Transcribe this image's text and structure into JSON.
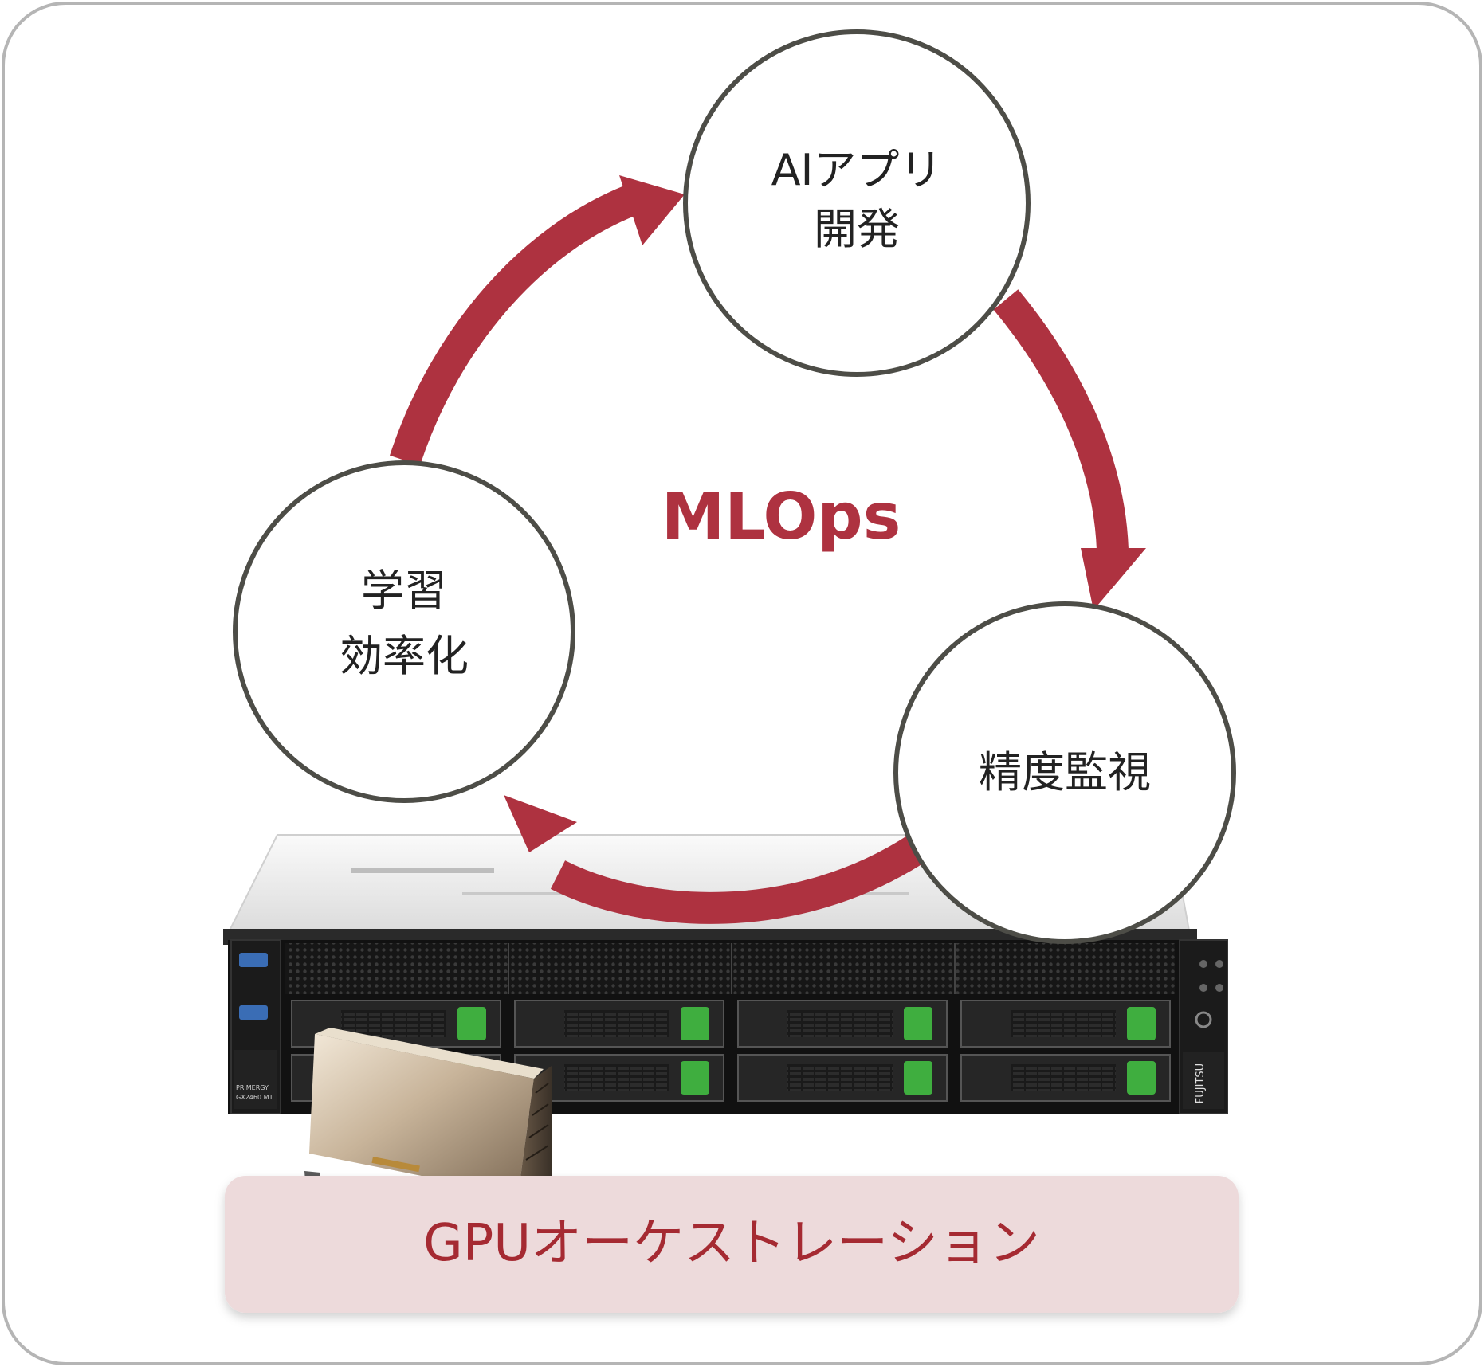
{
  "center_label": "MLOps",
  "nodes": [
    {
      "id": "ai-app",
      "lines": [
        "AIアプリ",
        "開発"
      ]
    },
    {
      "id": "monitoring",
      "lines": [
        "精度監視"
      ]
    },
    {
      "id": "training",
      "lines": [
        "学習",
        "効率化"
      ]
    }
  ],
  "banner": {
    "label": "GPUオーケストレーション"
  },
  "server": {
    "brand": "FUJITSU",
    "model_line1": "PRIMERGY",
    "model_line2": "GX2460 M1"
  },
  "colors": {
    "accent": "#ae3240",
    "banner_bg": "#eddadb",
    "banner_text": "#a52a32",
    "node_stroke": "#4d4d47",
    "frame_stroke": "#b5b5b5",
    "drive_latch": "#3fae3f"
  }
}
